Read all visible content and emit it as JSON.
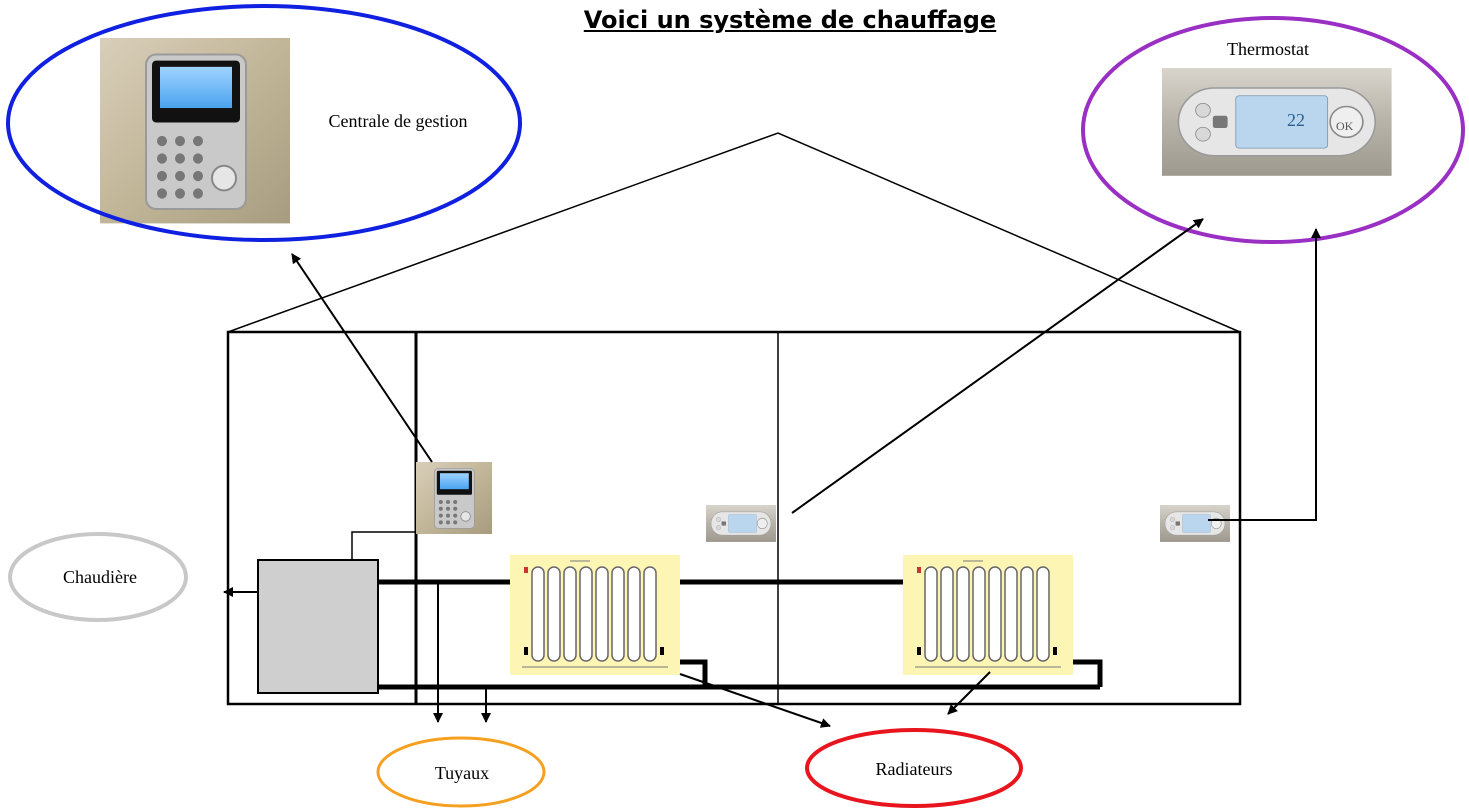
{
  "title": "Voici un système de chauffage",
  "labels": {
    "centrale": "Centrale de gestion",
    "thermostat": "Thermostat",
    "chaudiere": "Chaudière",
    "tuyaux": "Tuyaux",
    "radiateurs": "Radiateurs"
  },
  "thermostat_display": {
    "temperature": "22",
    "ok_button": "OK"
  },
  "colors": {
    "centrale_ellipse": "#1020e0",
    "thermostat_ellipse": "#9a2fc4",
    "chaudiere_ellipse": "#c8c8c8",
    "tuyaux_ellipse": "#f5a020",
    "radiateurs_ellipse": "#e8141e",
    "boiler_fill": "#cfcfcf",
    "radiator_bg": "#fdf5b4"
  }
}
